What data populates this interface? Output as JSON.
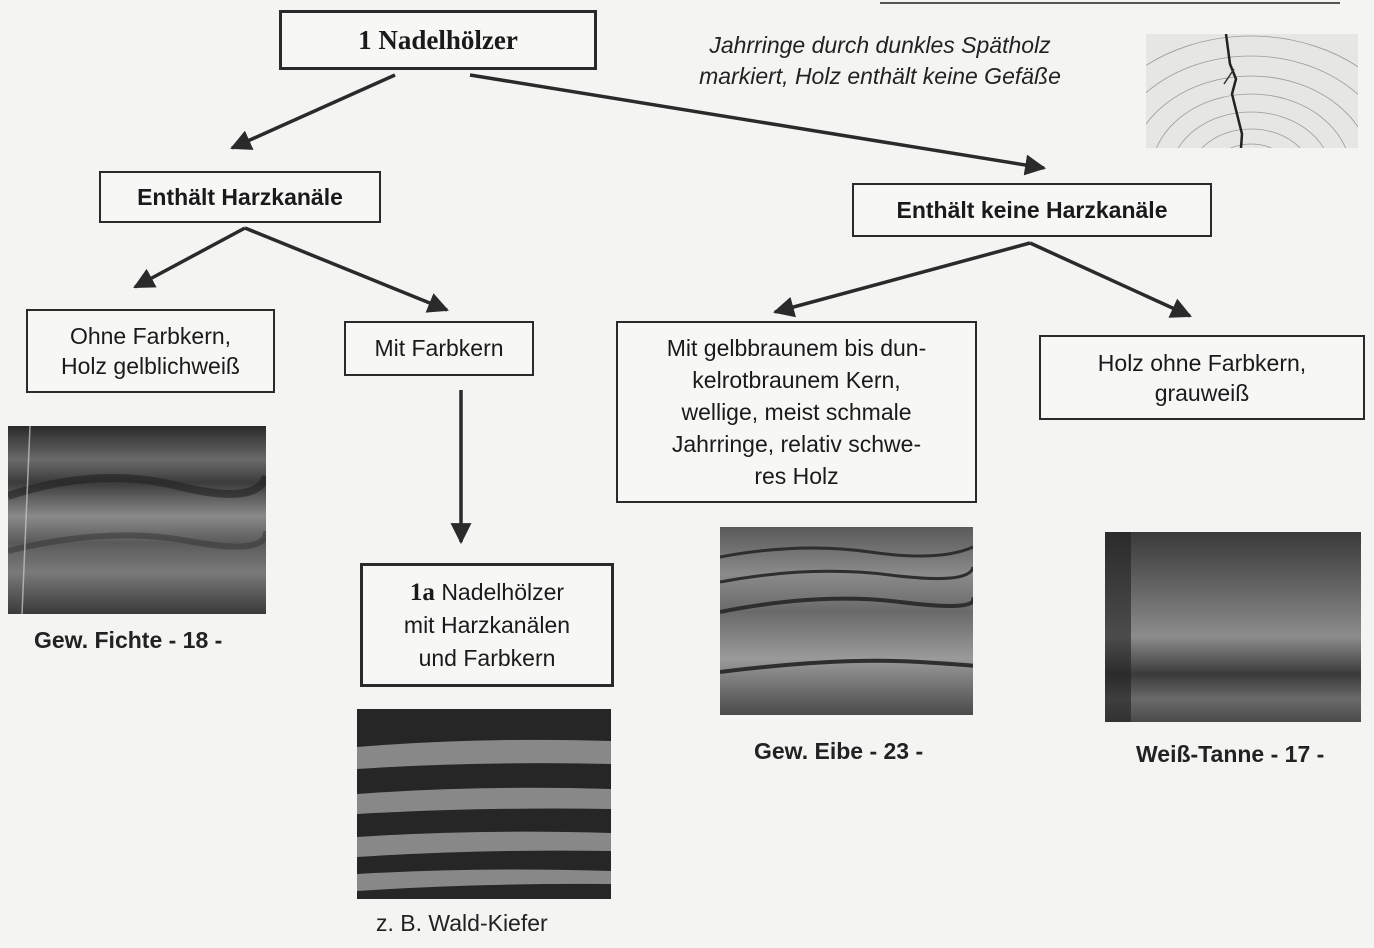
{
  "root": {
    "num": "1",
    "title": "Nadelhölzer"
  },
  "root_note": "Jahrringe durch dunkles Spätholz\nmarkiert, Holz enthält keine Gefäße",
  "left_branch": "Enthält Harzkanäle",
  "right_branch": "Enthält keine Harzkanäle",
  "node_ohne_farbkern": "Ohne Farbkern,\nHolz gelblichweiß",
  "node_mit_farbkern": "Mit Farbkern",
  "node_eibe": "Mit gelbbraunem bis dun-\nkelrotbraunem Kern,\nwellige, meist schmale\nJahrringe, relativ schwe-\nres Holz",
  "node_tanne": "Holz ohne Farbkern,\ngrauweiß",
  "node_1a": {
    "num": "1a",
    "text": "Nadelhölzer\nmit Harzkanälen\nund Farbkern"
  },
  "captions": {
    "fichte": "Gew. Fichte - 18 -",
    "kiefer": "z. B. Wald-Kiefer",
    "eibe": "Gew. Eibe - 23 -",
    "tanne": "Weiß-Tanne - 17 -"
  },
  "photo_icons": {
    "crosssection": "wood-cross-section-photo",
    "fichte": "spruce-wood-photo",
    "kiefer": "pine-wood-photo",
    "eibe": "yew-wood-photo",
    "tanne": "fir-wood-photo"
  }
}
